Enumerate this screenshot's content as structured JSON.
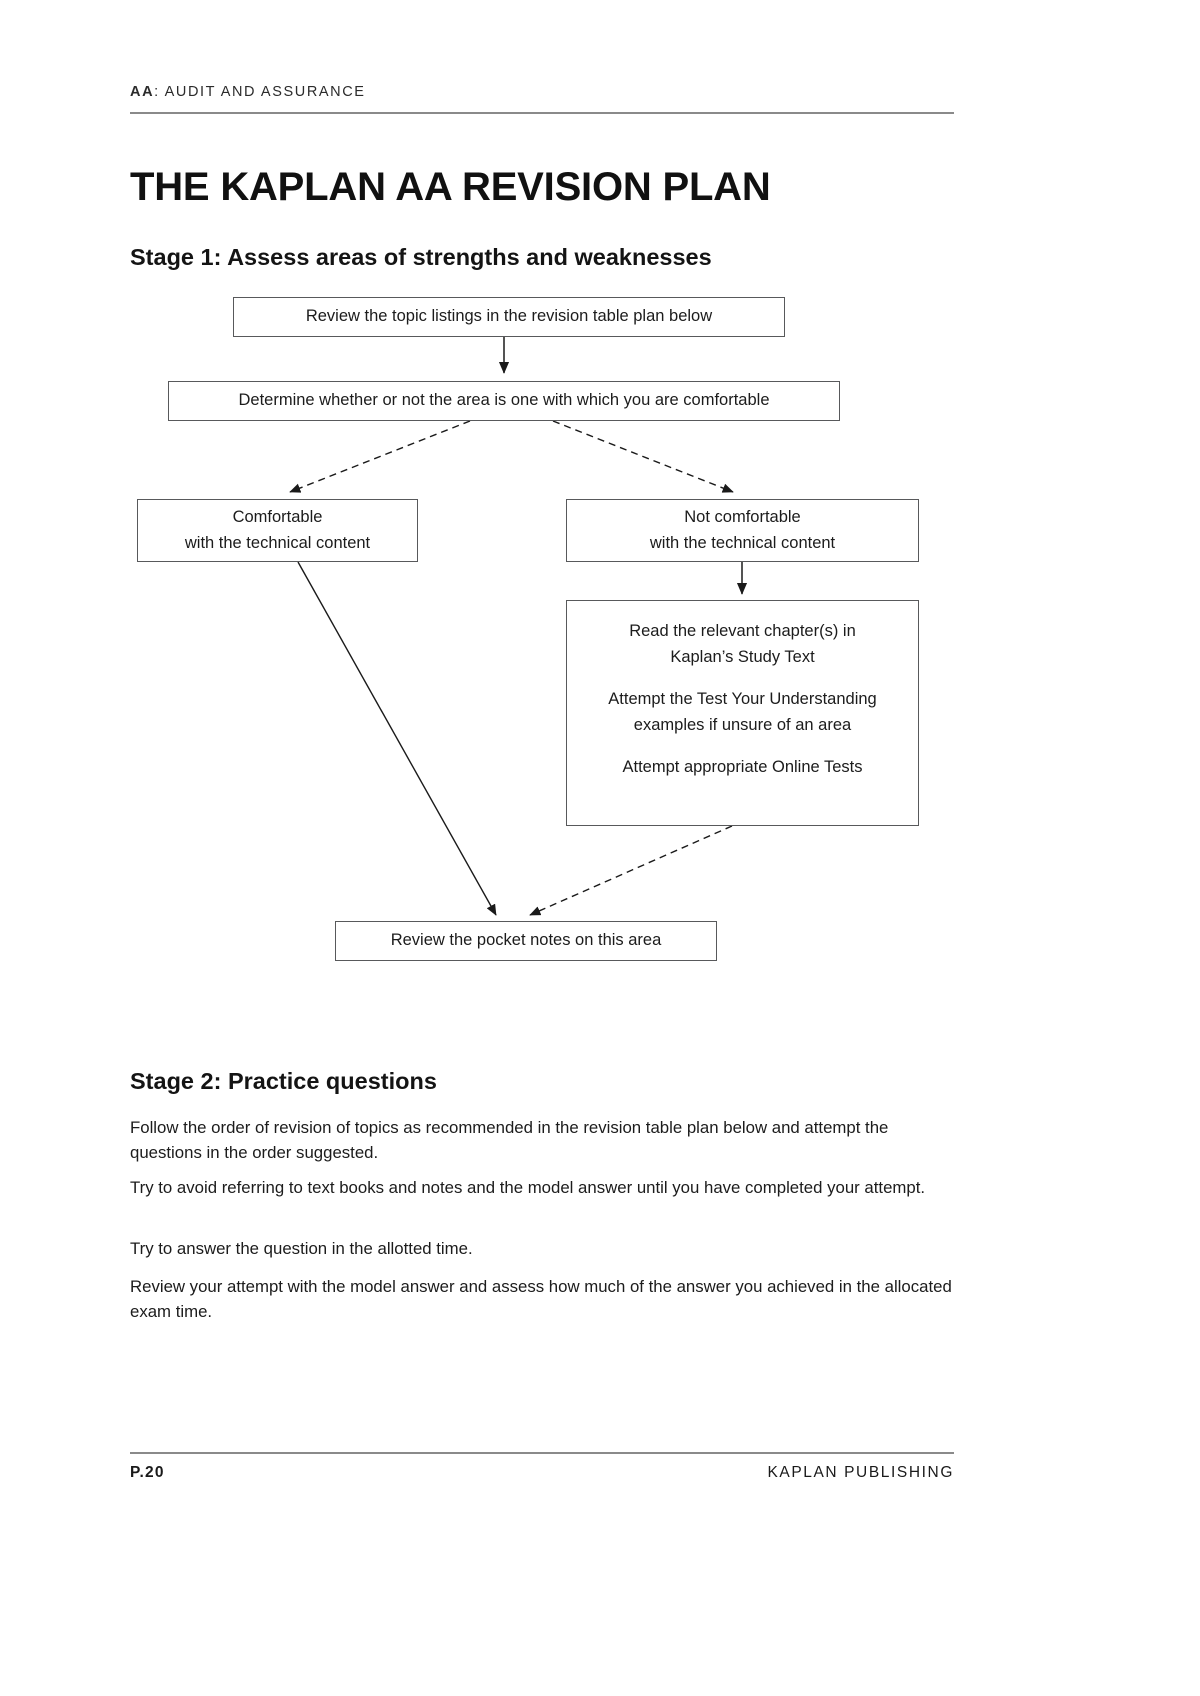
{
  "header": {
    "subject_code": "AA",
    "subject_separator": ": ",
    "subject_name": "AUDIT AND ASSURANCE"
  },
  "page_title": "THE KAPLAN AA REVISION PLAN",
  "stage1": {
    "heading": "Stage 1: Assess areas of strengths and weaknesses",
    "flowchart": {
      "nodes": {
        "review_topics": "Review the topic listings in the revision table plan below",
        "determine": "Determine whether or not the area is one with which you are comfortable",
        "comfortable_line1": "Comfortable",
        "comfortable_line2": "with the technical content",
        "not_comfortable_line1": "Not comfortable",
        "not_comfortable_line2": "with the technical content",
        "read_chapters_line1": "Read the relevant chapter(s) in",
        "read_chapters_line2": "Kaplan’s Study Text",
        "read_chapters_line3": "Attempt the Test Your Understanding",
        "read_chapters_line4": "examples if unsure of an area",
        "read_chapters_line5": "Attempt appropriate Online Tests",
        "pocket_notes": "Review the pocket notes on this area"
      }
    }
  },
  "stage2": {
    "heading": "Stage 2: Practice questions",
    "paragraphs": [
      "Follow the order of revision of topics as recommended in the revision table plan below and attempt the questions in the order suggested.",
      "Try to avoid referring to text books and notes and the model answer until you have completed your attempt.",
      "Try to answer the question in the allotted time.",
      "Review your attempt with the model answer and assess how much of the answer you achieved in the allocated exam time."
    ]
  },
  "footer": {
    "page_number": "P.20",
    "publisher": "KAPLAN PUBLISHING"
  },
  "colors": {
    "text": "#1a1a1a",
    "rule": "#8a8a8a",
    "box_border": "#58595b",
    "connector": "#1a1a1a"
  }
}
